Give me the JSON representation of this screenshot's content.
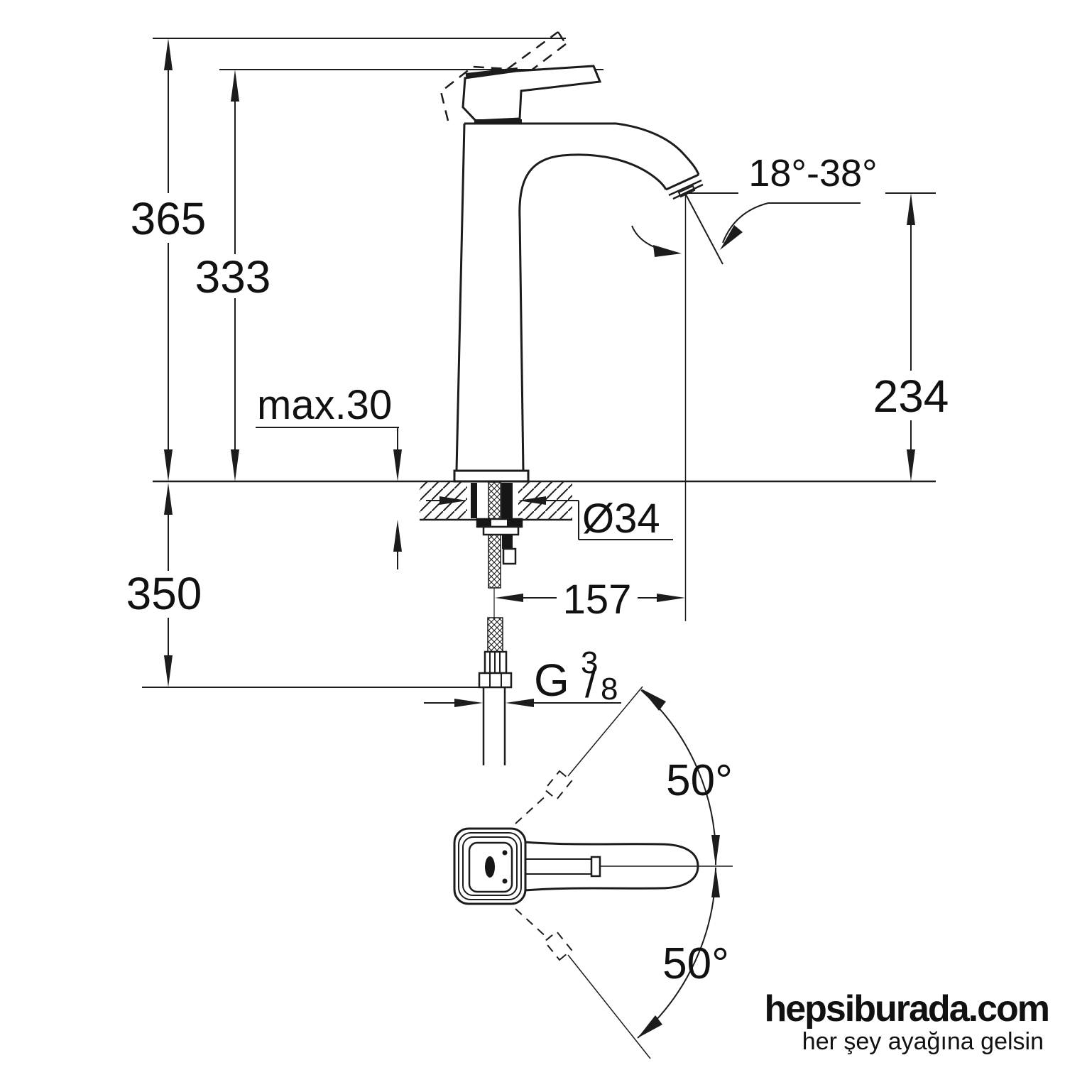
{
  "drawing": {
    "line_color": "#1c1c1c",
    "background": "#ffffff",
    "labels": {
      "height_total": "365",
      "height_body": "333",
      "deck_max": "max.30",
      "below_deck": "350",
      "hole_dia": "Ø34",
      "reach": "157",
      "thread_g": "G",
      "thread_sup": "3",
      "thread_slash": "/",
      "thread_sub": "8",
      "spray_angle": "18°-38°",
      "spout_height": "234",
      "swing_top": "50°",
      "swing_bottom": "50°"
    }
  },
  "watermark": {
    "brand": "hepsiburada.com",
    "slogan": "her şey ayağına gelsin",
    "brand_color": "#d9d9d9",
    "slogan_color": "#e2e2e2"
  }
}
